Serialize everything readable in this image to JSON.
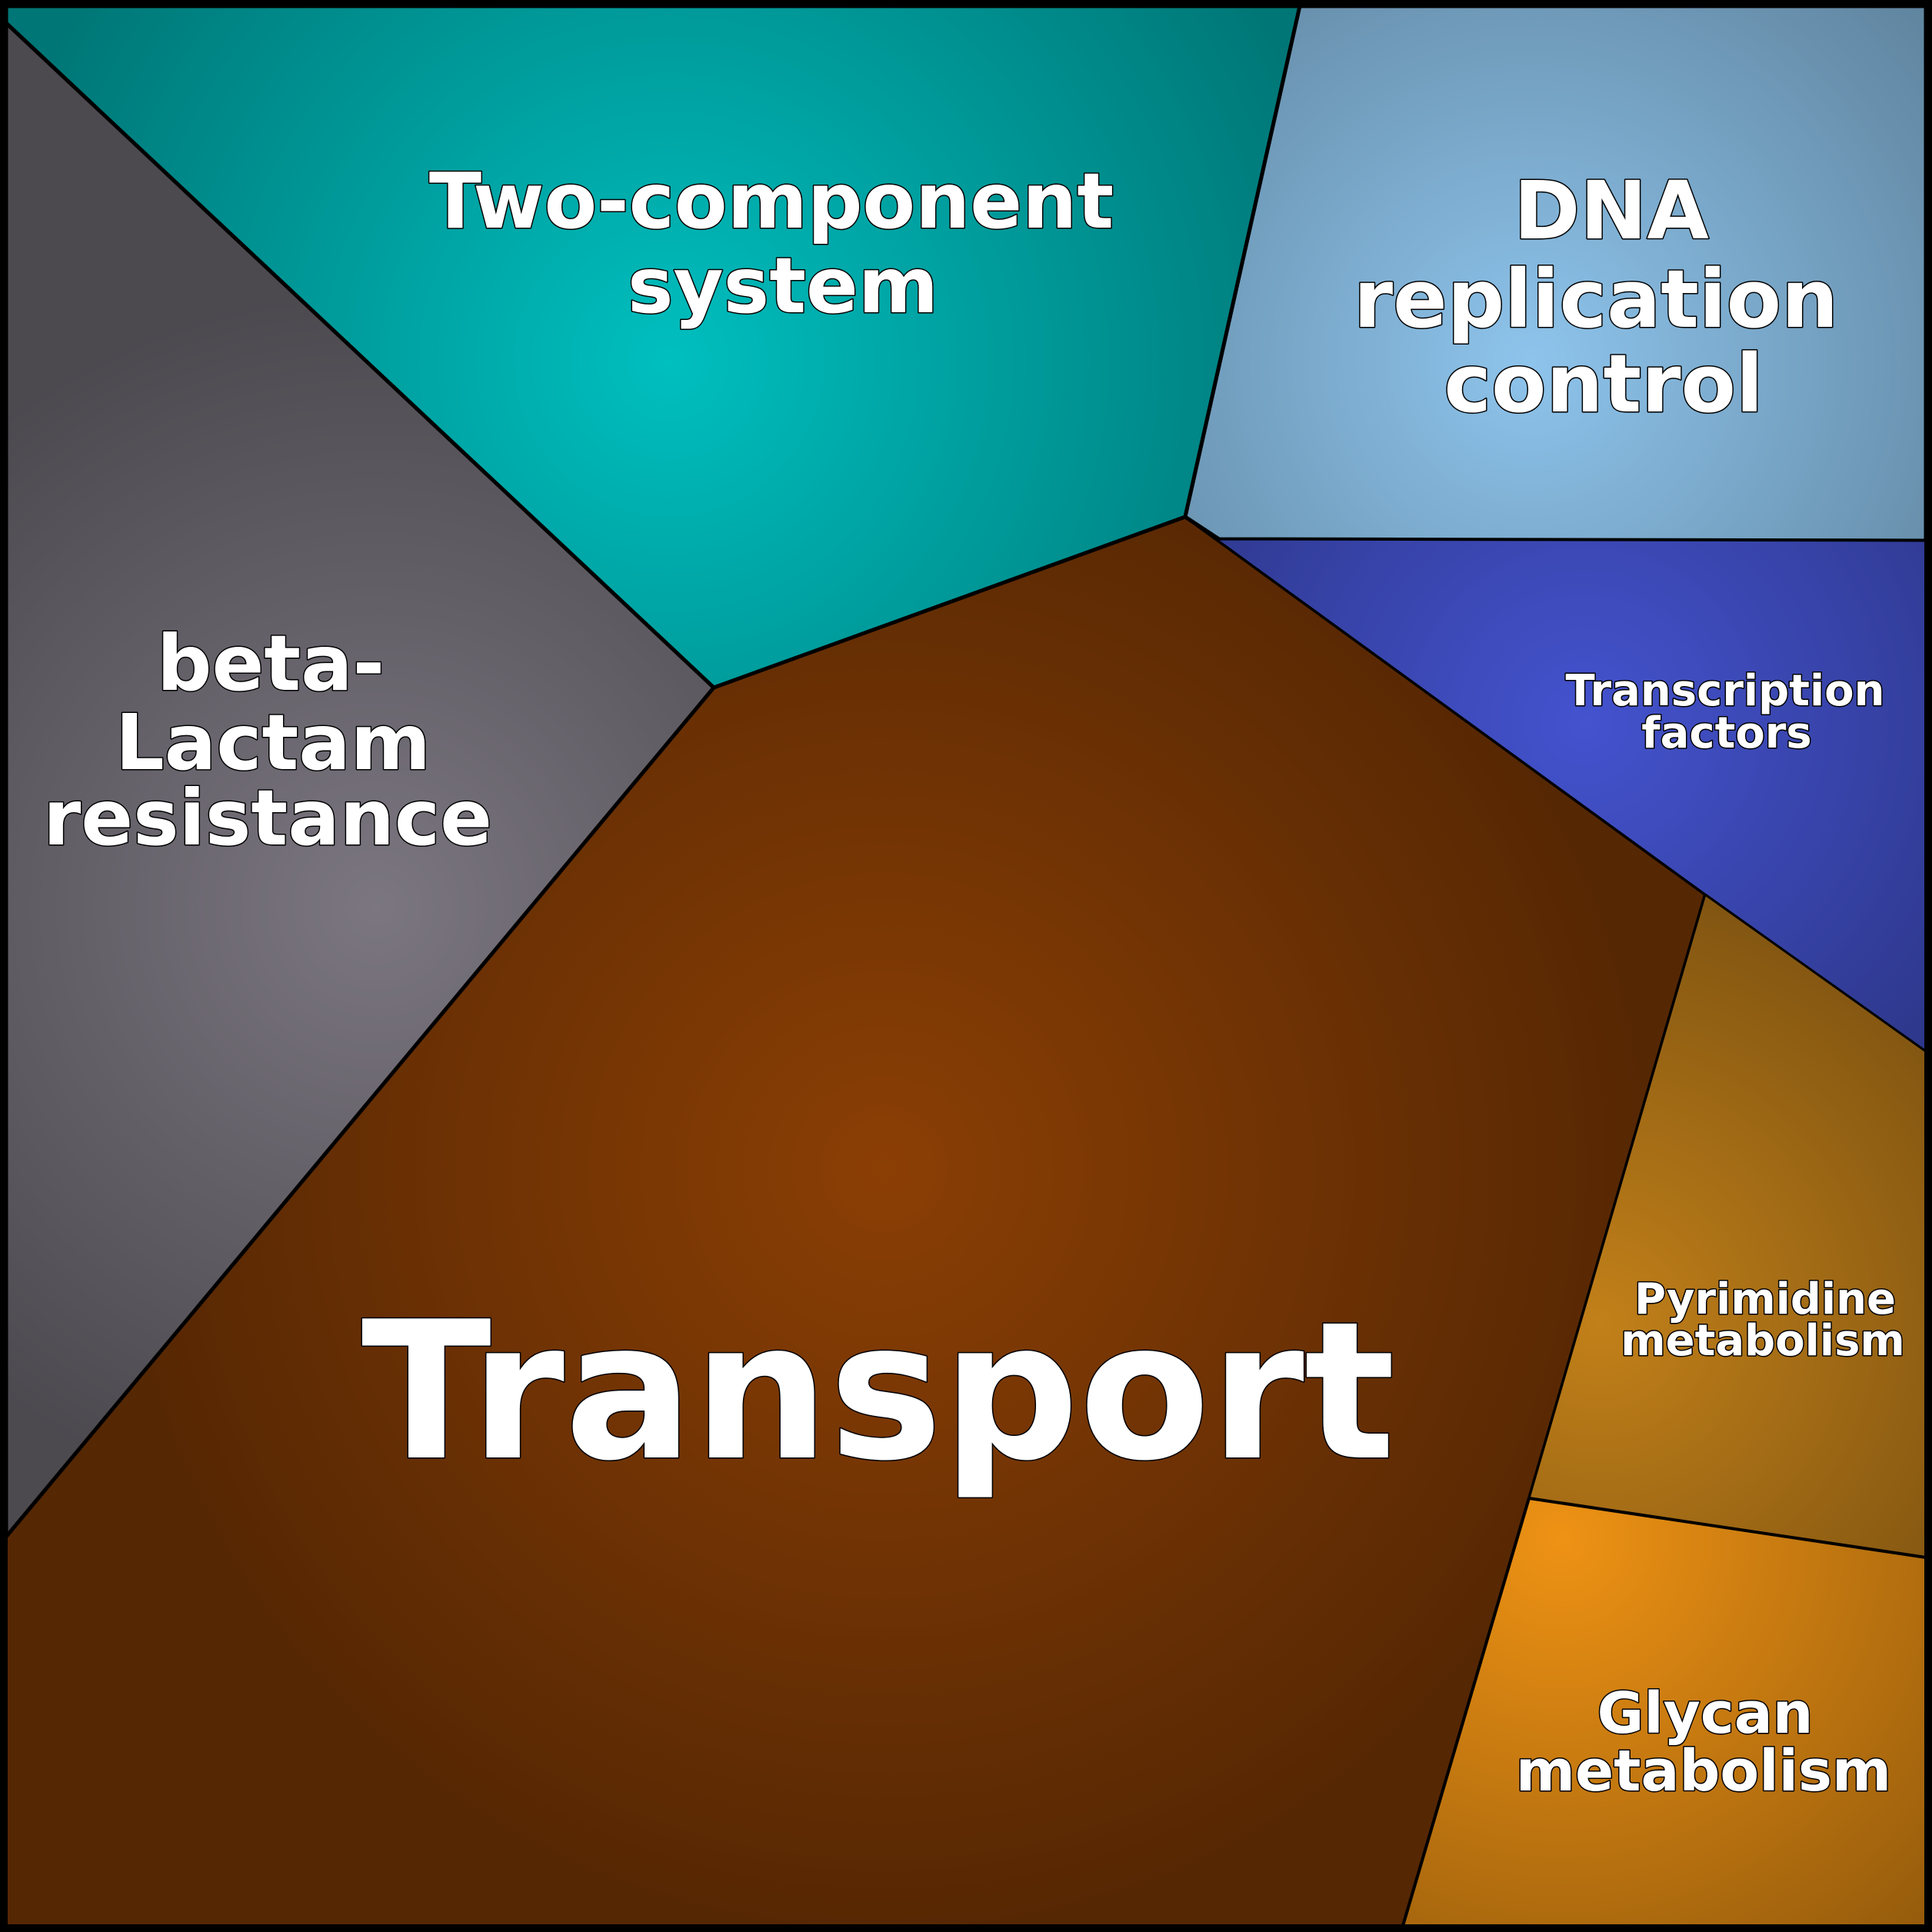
{
  "cells": [
    {
      "id": "transport",
      "label_lines": [
        "Transport"
      ],
      "color": "#8b3f05"
    },
    {
      "id": "two-component-system",
      "label_lines": [
        "Two-component",
        "system"
      ],
      "color": "#00bfbf"
    },
    {
      "id": "beta-lactam-resistance",
      "label_lines": [
        "beta-",
        "Lactam",
        "resistance"
      ],
      "color": "#7b7680"
    },
    {
      "id": "dna-replication-control",
      "label_lines": [
        "DNA",
        "replication",
        "control"
      ],
      "color": "#8ec4ec"
    },
    {
      "id": "transcription-factors",
      "label_lines": [
        "Transcription",
        "factors"
      ],
      "color": "#4453cf"
    },
    {
      "id": "pyrimidine-metabolism",
      "label_lines": [
        "Pyrimidine",
        "metabolism"
      ],
      "color": "#c28019"
    },
    {
      "id": "glycan-metabolism",
      "label_lines": [
        "Glycan",
        "metabolism"
      ],
      "color": "#ee9214"
    }
  ]
}
